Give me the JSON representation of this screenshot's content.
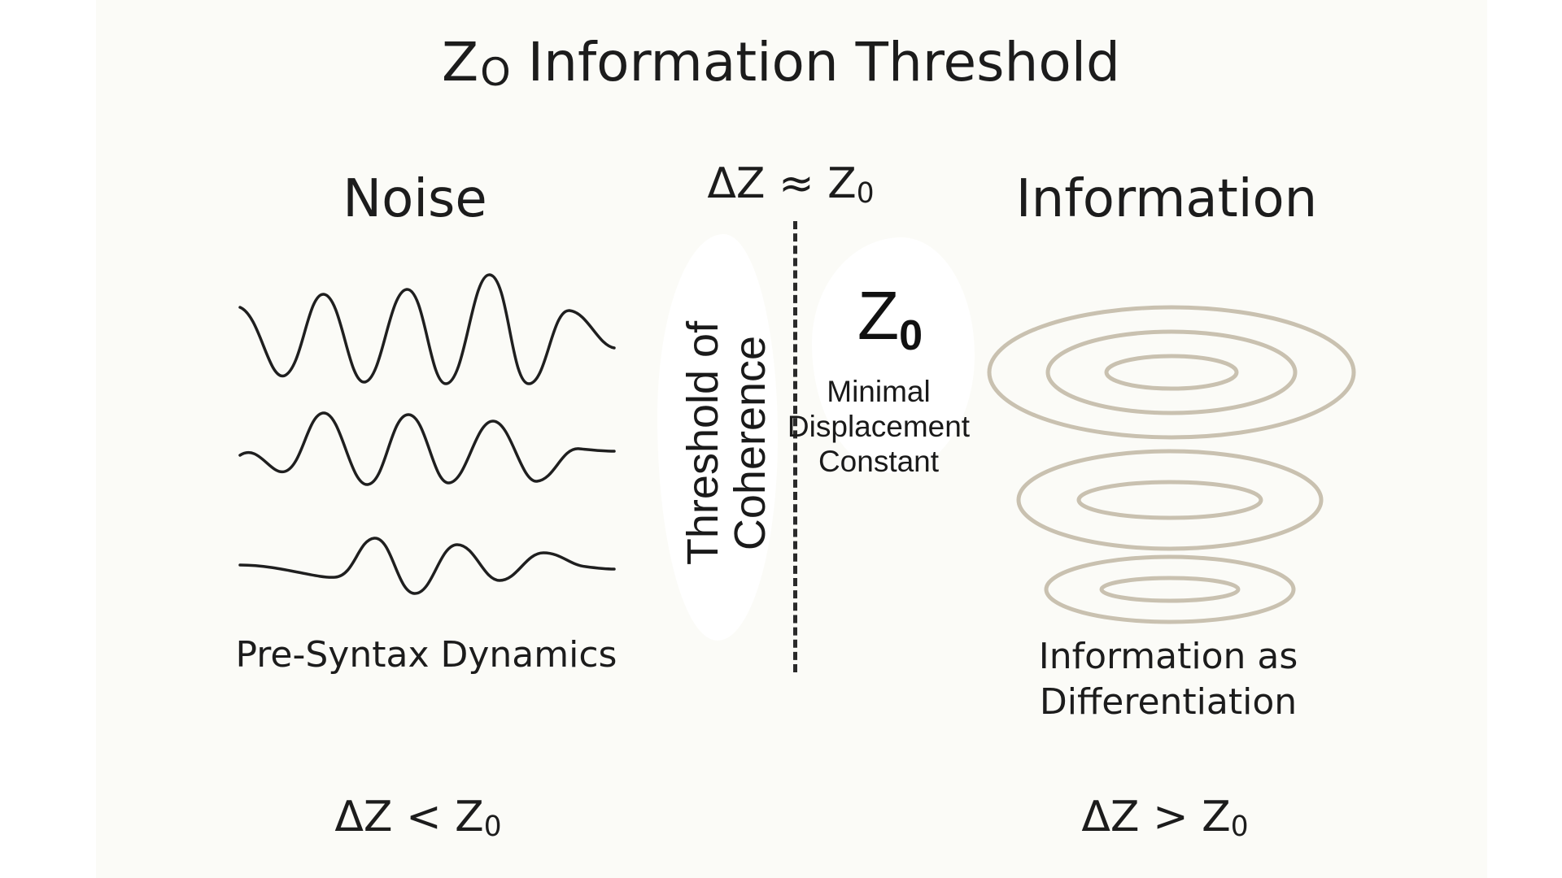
{
  "title": {
    "main": "Z",
    "sub": "O",
    "rest": " Information Threshold"
  },
  "noise": {
    "heading": "Noise",
    "caption": "Pre-Syntax Dynamics",
    "condition": {
      "lhs": "ΔZ < Z",
      "sub": "0"
    }
  },
  "information": {
    "heading": "Information",
    "caption_lines": [
      "Information as",
      "Differentiation"
    ],
    "condition": {
      "lhs": "ΔZ > Z",
      "sub": "0"
    }
  },
  "threshold": {
    "equation": {
      "lhs": "ΔZ ≈ Z",
      "sub": "0"
    },
    "label_lines": [
      "Threshold of",
      "Coherence"
    ],
    "symbol": {
      "main": "Z",
      "sub": "0"
    },
    "constant_lines": [
      "Minimal",
      "Displacement",
      "Constant"
    ]
  },
  "colors": {
    "wave": "#1f1f1f",
    "rings": "#c9c1b0",
    "dashes": "#2a2a2a",
    "panel": "#fbfbf7"
  },
  "icons": [
    "noise-wave",
    "concentric-rings",
    "dashed-divider"
  ]
}
